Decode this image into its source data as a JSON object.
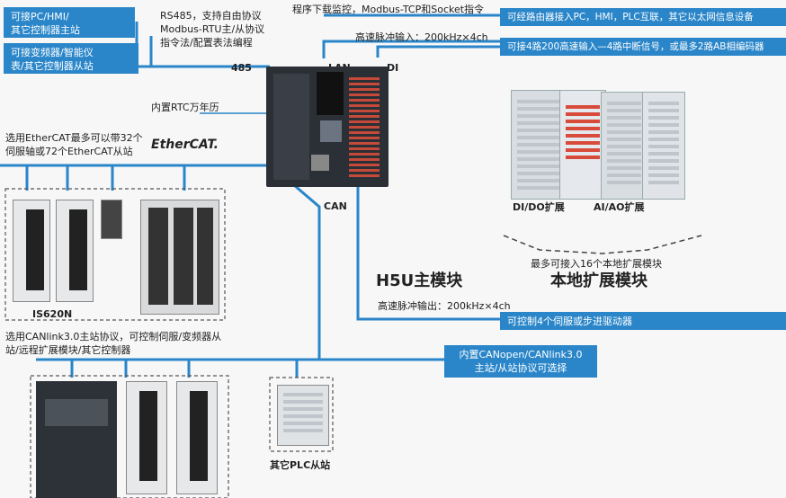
{
  "colors": {
    "line": "#2a86c9",
    "box_bg": "#2a86c9",
    "box_text": "#ffffff",
    "text": "#222222"
  },
  "boxes": {
    "pc_hmi": "可接PC/HMI/\n其它控制器主站",
    "vfd": "可接变频器/智能仪\n表/其它控制器从站",
    "router": "可经路由器接入PC，HMI，PLC互联，其它以太网信息设备",
    "hs_input": "可接4路200高速输入—4路中断信号，或最多2路AB相编码器",
    "servo": "可控制4个伺服或步进驱动器",
    "canopen": "内置CANopen/CANlink3.0\n主站/从站协议可选择"
  },
  "texts": {
    "rs485": "RS485，支持自由协议\nModbus-RTU主/从协议\n指令法/配置表法编程",
    "program": "程序下载监控，Modbus-TCP和Socket指令",
    "hs_in_label": "高速脉冲输入：200kHz×4ch",
    "port_485": "485",
    "port_lan": "LAN",
    "port_di": "DI",
    "port_can": "CAN",
    "rtc": "内置RTC万年历",
    "ethercat_desc": "选用EtherCAT最多可以带32个\n伺服轴或72个EtherCAT从站",
    "ethercat_logo": "EtherCAT.",
    "dido": "DI/DO扩展",
    "aiao": "AI/AO扩展",
    "exp_count": "最多可接入16个本地扩展模块",
    "exp_title": "本地扩展模块",
    "main_title": "H5U主模块",
    "hs_out_label": "高速脉冲输出：200kHz×4ch",
    "is620n": "IS620N",
    "canlink_desc": "选用CANlink3.0主站协议，可控制伺服/变频器从\n站/远程扩展模块/其它控制器",
    "other_plc": "其它PLC从站"
  }
}
